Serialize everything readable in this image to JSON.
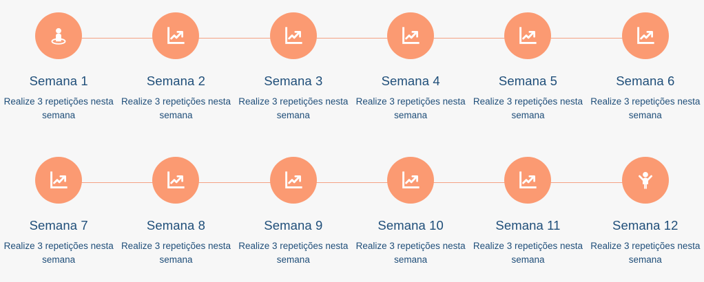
{
  "theme": {
    "background": "#f7f7f7",
    "circle_color": "#fb9a72",
    "connector_color": "#f4a183",
    "icon_color": "#ffffff",
    "text_color": "#1f4e79"
  },
  "timeline": {
    "rows": [
      {
        "steps": [
          {
            "icon": "person-in-ring-icon",
            "title": "Semana 1",
            "description": "Realize 3 repetições nesta semana"
          },
          {
            "icon": "line-chart-up-icon",
            "title": "Semana 2",
            "description": "Realize 3 repetições nesta semana"
          },
          {
            "icon": "line-chart-up-icon",
            "title": "Semana 3",
            "description": "Realize 3 repetições nesta semana"
          },
          {
            "icon": "line-chart-up-icon",
            "title": "Semana 4",
            "description": "Realize 3 repetições nesta semana"
          },
          {
            "icon": "line-chart-up-icon",
            "title": "Semana 5",
            "description": "Realize 3 repetições nesta semana"
          },
          {
            "icon": "line-chart-up-icon",
            "title": "Semana 6",
            "description": "Realize 3 repetições nesta semana"
          }
        ]
      },
      {
        "steps": [
          {
            "icon": "line-chart-up-icon",
            "title": "Semana 7",
            "description": "Realize 3 repetições nesta semana"
          },
          {
            "icon": "line-chart-up-icon",
            "title": "Semana 8",
            "description": "Realize 3 repetições nesta semana"
          },
          {
            "icon": "line-chart-up-icon",
            "title": "Semana 9",
            "description": "Realize 3 repetições nesta semana"
          },
          {
            "icon": "line-chart-up-icon",
            "title": "Semana 10",
            "description": "Realize 3 repetições nesta semana"
          },
          {
            "icon": "line-chart-up-icon",
            "title": "Semana 11",
            "description": "Realize 3 repetições nesta semana"
          },
          {
            "icon": "person-arms-up-icon",
            "title": "Semana 12",
            "description": "Realize 3 repetições nesta semana"
          }
        ]
      }
    ]
  }
}
